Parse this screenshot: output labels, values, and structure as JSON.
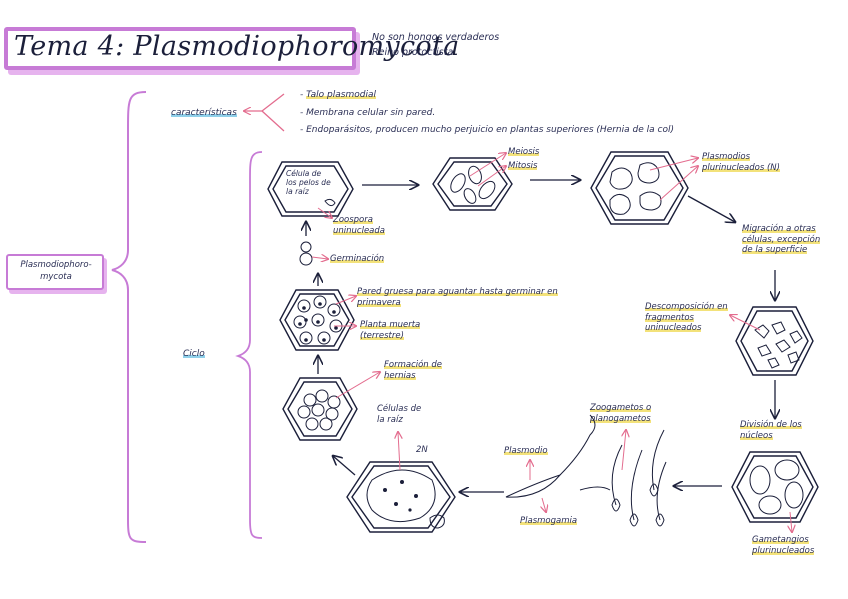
{
  "title": "Tema 4: Plasmodiophoromycota",
  "title_notes": [
    "No son hongos verdaderos",
    "Reino protoctista"
  ],
  "group_label": "Plasmodiophoro-mycota",
  "characteristics": {
    "heading": "características",
    "items": [
      "Talo plasmodial",
      "Membrana celular sin pared.",
      "Endoparásitos, producen mucho perjuicio en plantas superiores (Hernia de la col)"
    ]
  },
  "cycle": {
    "heading": "Ciclo",
    "labels": {
      "root_cell": "Célula de los pelos de la raíz",
      "zoospore": "Zoospora uninucleada",
      "meiosis": "Meiosis",
      "mitosis": "Mitosis",
      "plasmodia": "Plasmodios plurinucleados (N)",
      "migration": "Migración a otras células, excepción de la superficie",
      "decomposition": "Descomposición en fragmentos uninucleados",
      "nuclei_division": "División de los núcleos",
      "gametangia": "Gametangios plurinucleados",
      "zoogametes": "Zoogametos o planogametos",
      "plasmogamy": "Plasmogamia",
      "plasmodium": "Plasmodio",
      "root_cells_2n": "Células de la raíz",
      "ploidy": "2N",
      "hernia_formation": "Formación de hernias",
      "dead_plant": "Planta muerta (terrestre)",
      "thick_wall": "Pared gruesa para aguantar hasta germinar en primavera",
      "germination": "Germinación"
    }
  },
  "colors": {
    "accent": "#c77bd6",
    "highlight_yellow": "#f3e27a",
    "highlight_blue": "#8fd0ea",
    "arrow_pink": "#e36c8e",
    "ink": "#1b1f3a"
  }
}
